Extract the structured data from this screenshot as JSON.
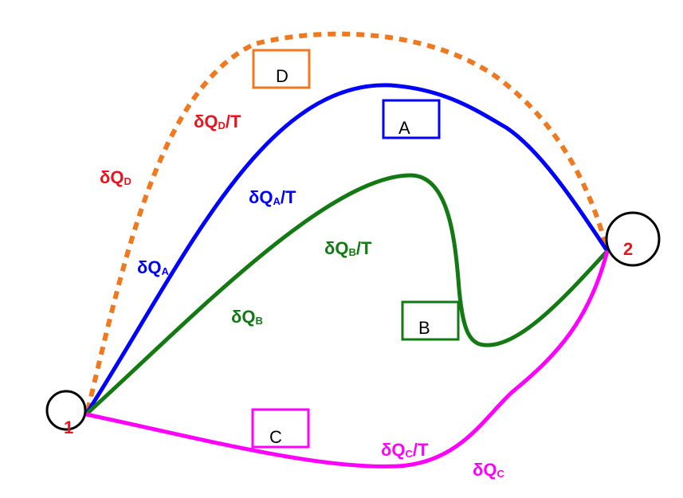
{
  "colors": {
    "path_a": "#0000ff",
    "path_b": "#137a13",
    "path_c": "#ff00ff",
    "path_d": "#f0781e",
    "label_red": "#e8141e",
    "node_stroke": "#000000"
  },
  "nodes": {
    "start": "1",
    "end": "2"
  },
  "boxes": {
    "a": "A",
    "b": "B",
    "c": "C",
    "d": "D"
  },
  "labels": {
    "dq_d": {
      "main": "δQ",
      "sub": "D",
      "tail": ""
    },
    "dq_d_t": {
      "main": "δQ",
      "sub": "D",
      "tail": "/T"
    },
    "dq_a": {
      "main": "δQ",
      "sub": "A",
      "tail": ""
    },
    "dq_a_t": {
      "main": "δQ",
      "sub": "A",
      "tail": "/T"
    },
    "dq_b": {
      "main": "δQ",
      "sub": "B",
      "tail": ""
    },
    "dq_b_t": {
      "main": "δQ",
      "sub": "B",
      "tail": "/T"
    },
    "dq_c": {
      "main": "δQ",
      "sub": "C",
      "tail": ""
    },
    "dq_c_t": {
      "main": "δQ",
      "sub": "C",
      "tail": "/T"
    }
  }
}
